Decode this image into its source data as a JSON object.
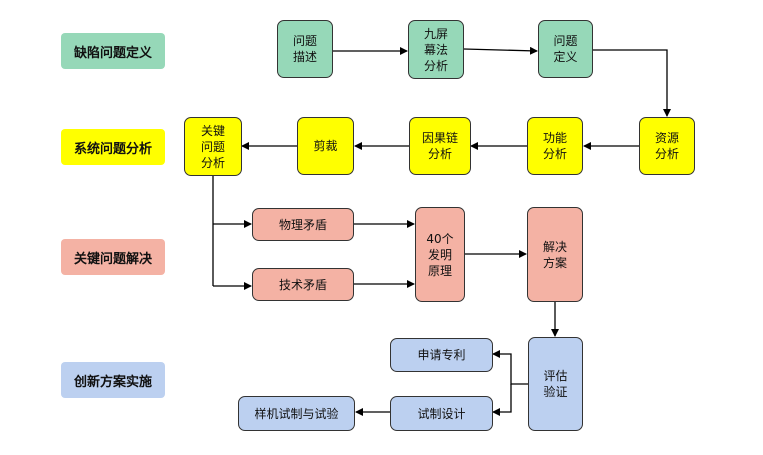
{
  "stages": {
    "s1": "缺陷问题定义",
    "s2": "系统问题分析",
    "s3": "关键问题解决",
    "s4": "创新方案实施"
  },
  "nodes": {
    "problem_desc": "问题\n描述",
    "nine_screen": "九屏\n幕法\n分析",
    "problem_def": "问题\n定义",
    "resource": "资源\n分析",
    "function": "功能\n分析",
    "causal": "因果链\n分析",
    "trimming": "剪裁",
    "key_problem": "关键\n问题\n分析",
    "physical": "物理矛盾",
    "technical": "技术矛盾",
    "principles": "40个\n发明\n原理",
    "solution": "解决\n方案",
    "evaluate": "评估\n验证",
    "patent": "申请专利",
    "design": "试制设计",
    "prototype": "样机试制与试验"
  },
  "colors": {
    "green": "#96d8b8",
    "yellow": "#ffff00",
    "pink": "#f4b2a4",
    "blue": "#bcd0f0"
  }
}
